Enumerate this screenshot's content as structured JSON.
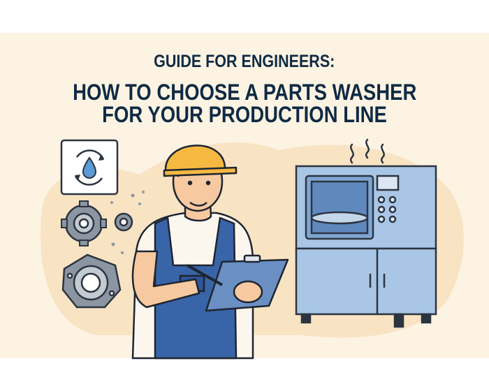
{
  "heading": {
    "subtitle": "GUIDE FOR ENGINEERS:",
    "title_line1": "HOW TO CHOOSE A PARTS WASHER",
    "title_line2": "FOR YOUR PRODUCTION LINE"
  },
  "colors": {
    "background": "#fcf3e2",
    "blob": "#f8e3c3",
    "title": "#0f2a44",
    "helmet": "#f5b942",
    "overalls": "#3a64a8",
    "machine": "#a9c6e6",
    "gear": "#8c96a3"
  },
  "icons": [
    "water-recycle-icon",
    "gear-icon",
    "bearing-icon",
    "steam-icon"
  ]
}
